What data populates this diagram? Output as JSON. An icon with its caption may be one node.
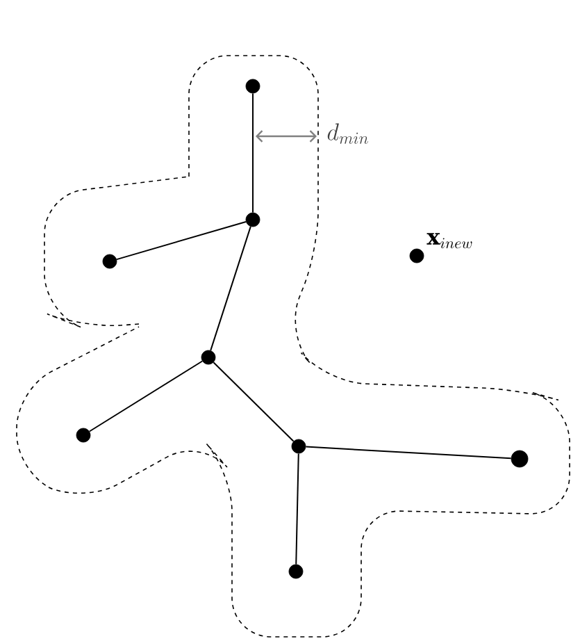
{
  "diagram": {
    "nodes": [
      {
        "text": [],
        "shape": "circle"
      },
      {
        "text": [],
        "shape": "circle"
      },
      {
        "text": [],
        "shape": "circle"
      },
      {
        "text": [],
        "shape": "circle"
      },
      {
        "text": [],
        "shape": "circle"
      },
      {
        "text": [],
        "shape": "circle"
      },
      {
        "text": [],
        "shape": "circle"
      },
      {
        "text": [],
        "shape": "circle"
      },
      {
        "text": [],
        "shape": "circle"
      }
    ],
    "edges": [
      {
        "from": 0,
        "to": 1,
        "arrow": "none"
      },
      {
        "from": 1,
        "to": 2,
        "arrow": "none"
      },
      {
        "from": 1,
        "to": 3,
        "arrow": "none"
      },
      {
        "from": 3,
        "to": 4,
        "arrow": "none"
      },
      {
        "from": 3,
        "to": 5,
        "arrow": "none"
      },
      {
        "from": 5,
        "to": 6,
        "arrow": "none"
      },
      {
        "from": 5,
        "to": 7,
        "arrow": "none"
      }
    ],
    "labels": [
      "d_{min}",
      "\\mathbf{x}_{inew}"
    ]
  }
}
